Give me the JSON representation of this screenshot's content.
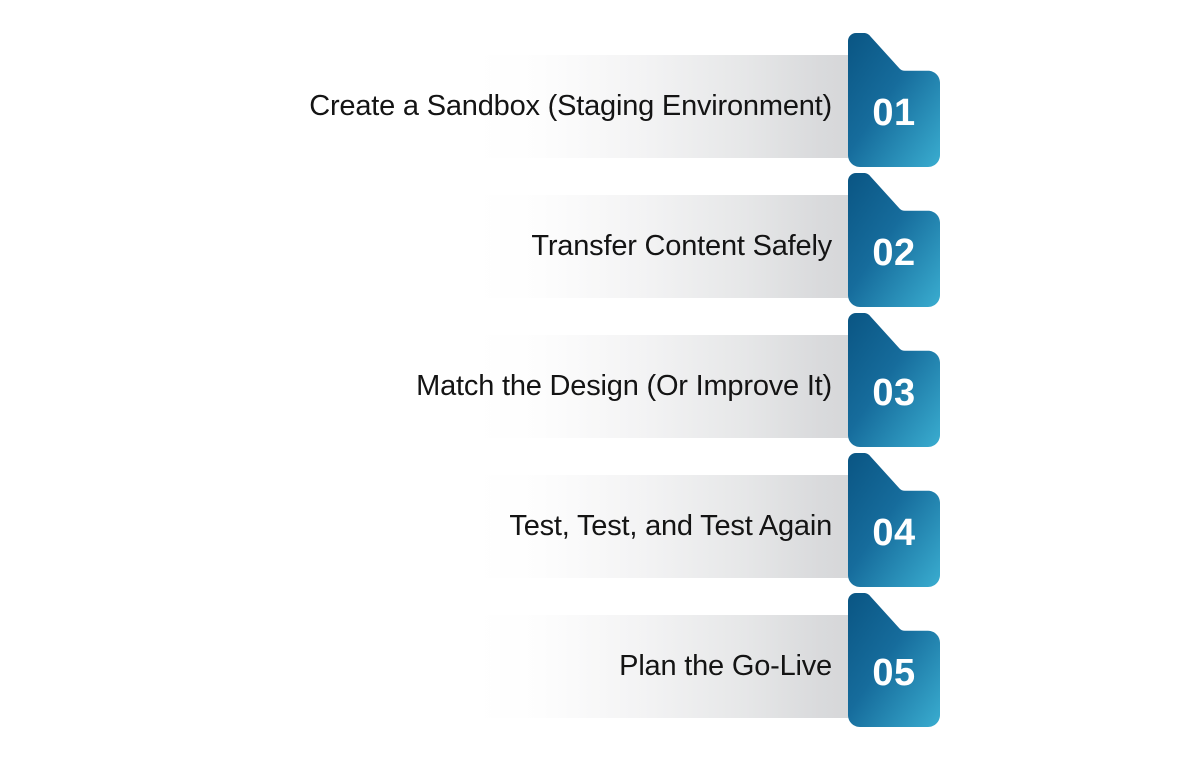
{
  "graphic": {
    "type": "numbered-steps-infographic",
    "background_color": "#ffffff",
    "step_count": 5,
    "badge_gradient_start": "#0a5583",
    "badge_gradient_end": "#3aadd0",
    "bar_gradient_start": "#ffffff",
    "bar_gradient_end": "#d6d7d9",
    "label_text_color": "#141414",
    "number_text_color": "#ffffff"
  },
  "steps": [
    {
      "number": "01",
      "label": "Create a Sandbox (Staging Environment)"
    },
    {
      "number": "02",
      "label": "Transfer Content Safely"
    },
    {
      "number": "03",
      "label": "Match the Design (Or Improve It)"
    },
    {
      "number": "04",
      "label": "Test, Test, and Test Again"
    },
    {
      "number": "05",
      "label": "Plan the Go-Live"
    }
  ]
}
